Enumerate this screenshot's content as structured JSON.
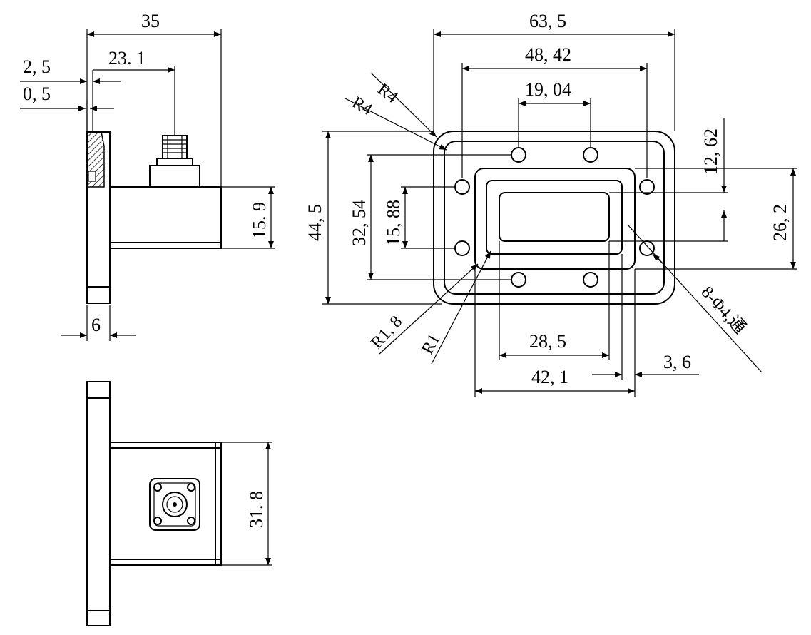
{
  "drawing": {
    "side_view": {
      "dim_total_length": "35",
      "dim_connector_offset": "23. 1",
      "dim_flange_step": "2, 5",
      "dim_flange_small": "0, 5",
      "dim_flange_thickness": "6",
      "dim_guide_height": "15. 9"
    },
    "bottom_view": {
      "dim_guide_width": "31. 8"
    },
    "front_view": {
      "dim_outer_width": "63, 5",
      "dim_hole_span_x": "48, 42",
      "dim_hole_pair_x": "19, 04",
      "dim_outer_height": "44, 5",
      "dim_hole_span_y": "32, 54",
      "dim_hole_pair_y": "15, 88",
      "dim_offset_right": "12, 62",
      "dim_inner_height": "26, 2",
      "dim_aperture_width": "28, 5",
      "dim_inner_width": "42, 1",
      "dim_gap": "3, 6",
      "radius_outer_a": "R4",
      "radius_outer_b": "R4",
      "radius_inner": "R1, 8",
      "radius_aperture": "R1",
      "holes_note": "8-Φ4,通"
    }
  }
}
